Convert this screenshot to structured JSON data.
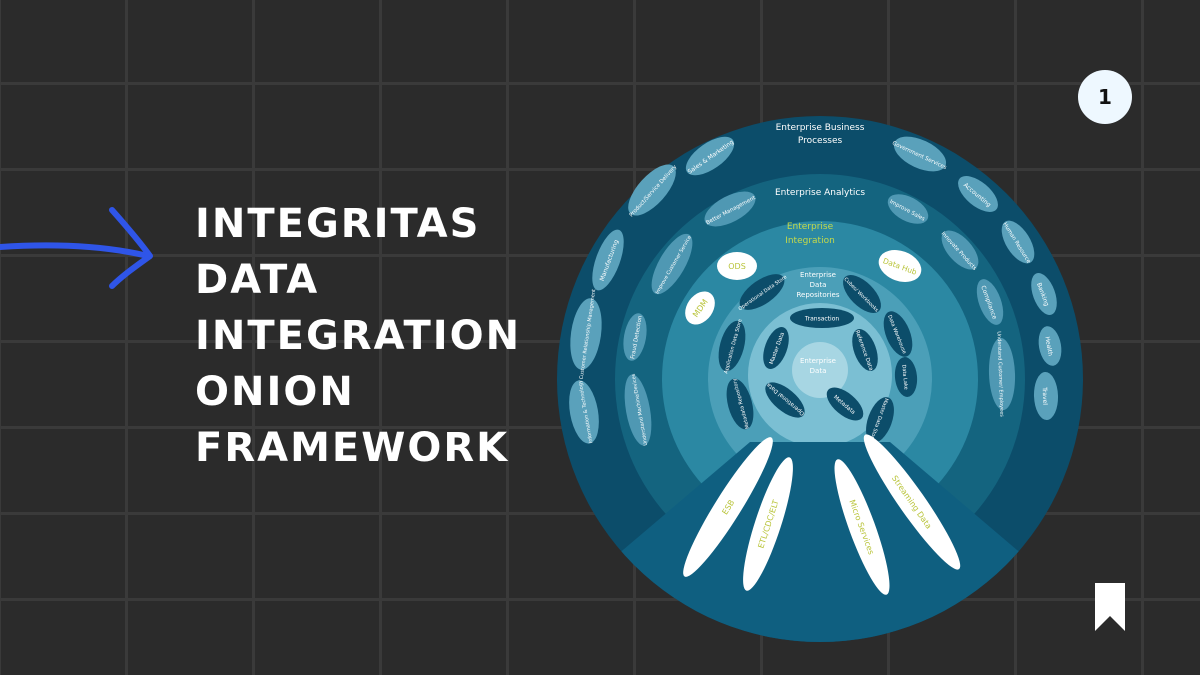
{
  "title_lines": [
    "INTEGRITAS",
    "DATA",
    "INTEGRATION",
    "ONION",
    "FRAMEWORK"
  ],
  "page_number": "1",
  "colors": {
    "background": "#2b2b2b",
    "grid": "#3a3a3a",
    "arrow": "#2f55e8",
    "title": "#ffffff",
    "badge_bg": "#eef8ff",
    "outer_ring": "#0c4d6a",
    "analytics_ring": "#14647f",
    "integration_ring": "#2b88a3",
    "repo_ring": "#4b9fb8",
    "core_ring": "#7bbfd3",
    "core": "#a7d6e3",
    "accent_text": "#c5d94a"
  },
  "icons": {
    "arrow": "right-arrow-icon",
    "bookmark": "bookmark-icon"
  },
  "diagram": {
    "ring_labels": {
      "business": "Enterprise Business Processes",
      "analytics": "Enterprise Analytics",
      "integration": "Enterprise Integration",
      "repositories": "Enterprise Data Repositories",
      "core": "Enterprise Data"
    },
    "business_items": [
      "Sales & Marketing",
      "Product/Service Delivery",
      "Manufacturing",
      "Customer Relationship Management",
      "Information & Technology",
      "Government Services",
      "Accounting",
      "Human Resource",
      "Banking",
      "Health",
      "Travel"
    ],
    "analytics_items": [
      "Better Management",
      "Improve Customer Service",
      "Fraud Detection",
      "Understand Machine/Devices",
      "Improve Sales",
      "Innovate Products",
      "Compliance",
      "Understand Customer/ Employees"
    ],
    "integration_items": [
      "ODS",
      "MDM",
      "Data Hub"
    ],
    "repository_items": [
      "Operational Data Store",
      "Application Data Store",
      "Metadata Repository",
      "Cubes/ Workbooks",
      "Data Warehouse",
      "Data Lake",
      "Master Data Store"
    ],
    "core_items": [
      "Transaction",
      "Master Data",
      "Reference Data",
      "Metadata",
      "Operational Data"
    ],
    "channels": [
      "ESB",
      "ETL/CDC/ELT",
      "Micro Services",
      "Streaming Data"
    ]
  }
}
